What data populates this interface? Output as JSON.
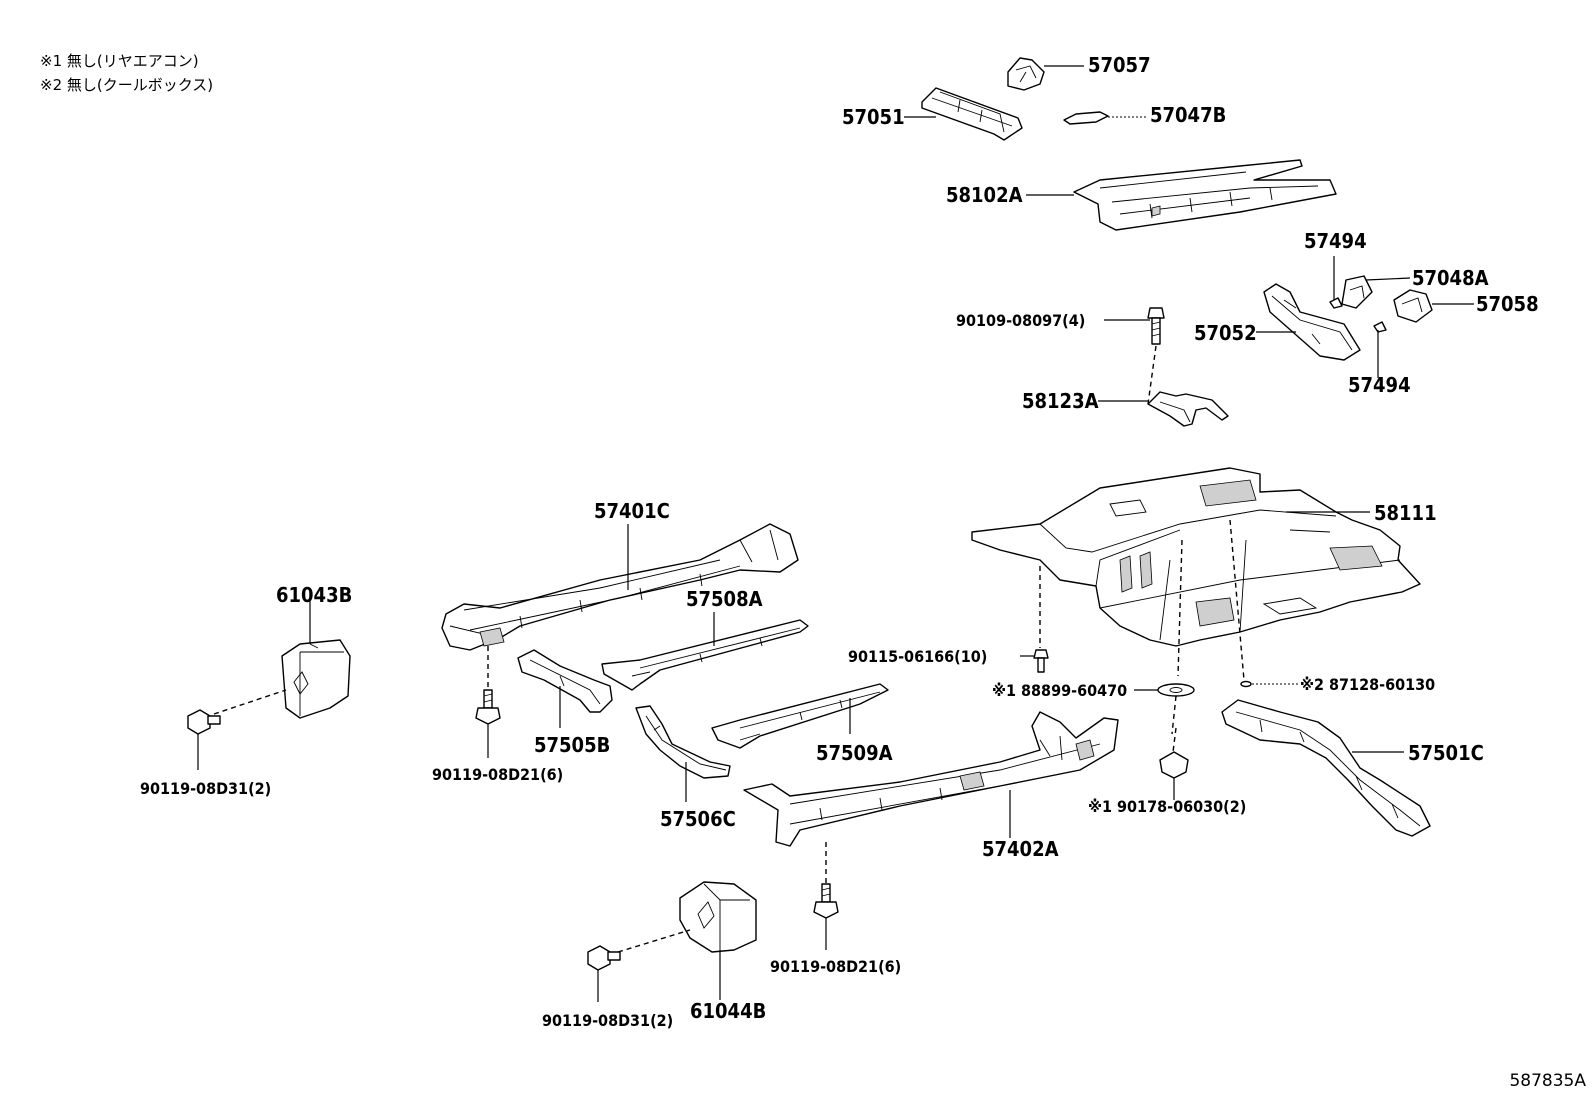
{
  "notes": [
    "※1 無し(リヤエアコン)",
    "※2 無し(クールボックス)"
  ],
  "labels": {
    "p57057": "57057",
    "p57051": "57051",
    "p57047B": "57047B",
    "p58102A": "58102A",
    "p57494a": "57494",
    "p57048A": "57048A",
    "p57058": "57058",
    "p57052": "57052",
    "p57494b": "57494",
    "p90109": "90109-08097(4)",
    "p58123A": "58123A",
    "p58111": "58111",
    "p57401C": "57401C",
    "p61043B": "61043B",
    "p57508A": "57508A",
    "p90115": "90115-06166(10)",
    "p88899": "※1 88899-60470",
    "p87128": "※2 87128-60130",
    "p57505B": "57505B",
    "p90119a": "90119-08D21(6)",
    "p57509A": "57509A",
    "p57501C": "57501C",
    "p90119b": "90119-08D31(2)",
    "p90178": "※1 90178-06030(2)",
    "p57506C": "57506C",
    "p57402A": "57402A",
    "p90119c": "90119-08D21(6)",
    "p90119d": "90119-08D31(2)",
    "p61044B": "61044B"
  },
  "footer_code": "587835A"
}
